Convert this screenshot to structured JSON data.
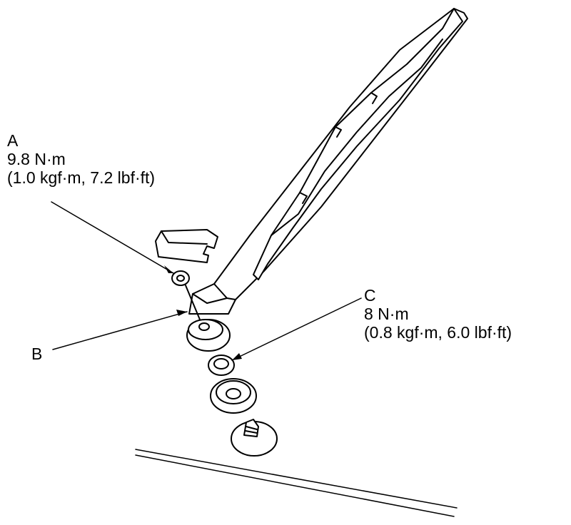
{
  "callouts": {
    "a": {
      "letter": "A",
      "torque_nm": "9.8 N·m",
      "torque_alt": "(1.0 kgf·m, 7.2 lbf·ft)"
    },
    "b": {
      "letter": "B"
    },
    "c": {
      "letter": "C",
      "torque_nm": "8 N·m",
      "torque_alt": "(0.8 kgf·m, 6.0 lbf·ft)"
    }
  },
  "colors": {
    "ink": "#000000",
    "paper": "#ffffff"
  }
}
